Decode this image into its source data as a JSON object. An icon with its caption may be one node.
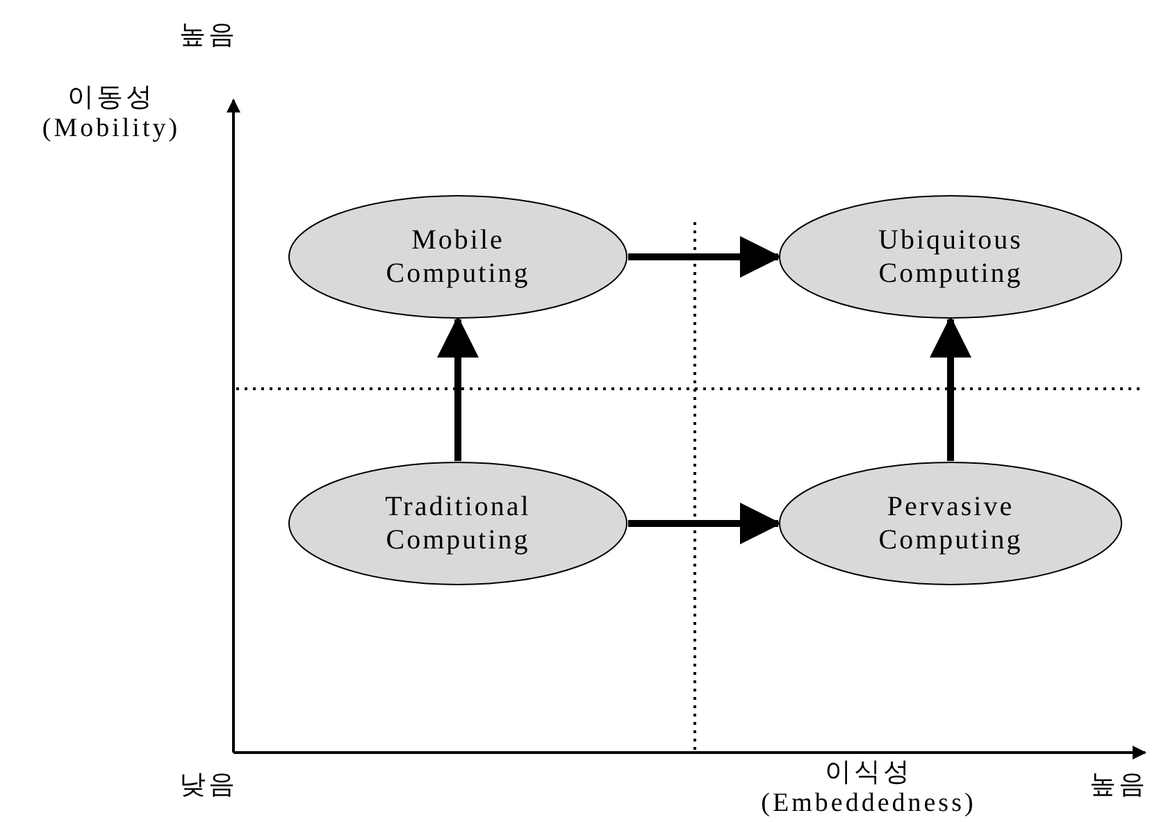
{
  "diagram": {
    "nodes": [
      {
        "text": [
          "Mobile Computing"
        ]
      },
      {
        "text": [
          "Ubiquitous Computing"
        ]
      },
      {
        "text": [
          "Traditional Computing"
        ]
      },
      {
        "text": [
          "Pervasive Computing"
        ]
      }
    ],
    "edges": [
      {
        "from": 0,
        "to": 1,
        "arrow": "to"
      },
      {
        "from": 2,
        "to": 0,
        "arrow": "to"
      },
      {
        "from": 2,
        "to": 3,
        "arrow": "to"
      },
      {
        "from": 3,
        "to": 1,
        "arrow": "to"
      }
    ],
    "labels": [
      "높음",
      "이동성 (Mobility)",
      "낮음",
      "이식성 (Embeddedness)",
      "높음"
    ]
  }
}
